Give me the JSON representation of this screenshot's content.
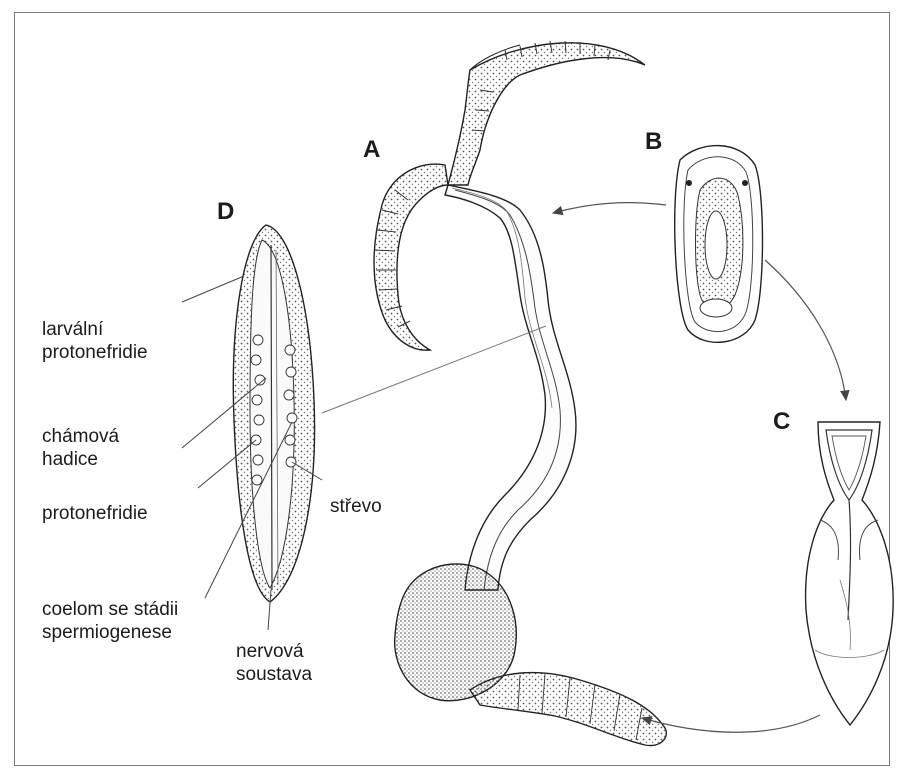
{
  "stages": {
    "a": "A",
    "b": "B",
    "c": "C",
    "d": "D"
  },
  "labels": {
    "larval_protonephridia": [
      "larvální",
      "protonefridie"
    ],
    "sperm_duct": [
      "chámová",
      "hadice"
    ],
    "protonephridia": "protonefridie",
    "coelom": [
      "coelom se stádii",
      "spermiogenese"
    ],
    "nerve": [
      "nervová",
      "soustava"
    ],
    "gut": "střevo"
  },
  "colors": {
    "ink": "#1c1c1c",
    "stipple": "#cfcfcf",
    "line": "#555555"
  }
}
